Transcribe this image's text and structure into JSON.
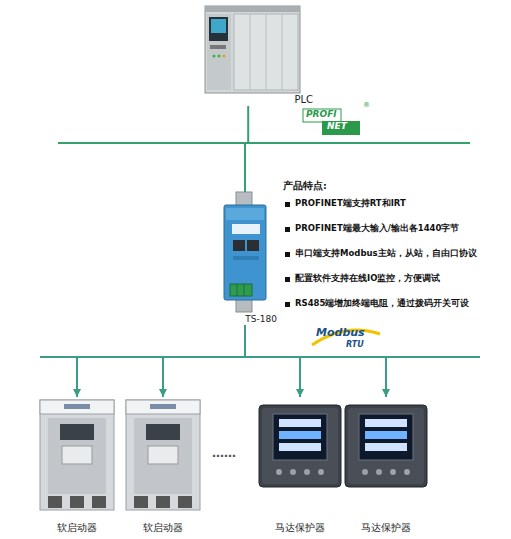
{
  "diagram": {
    "nodes": [
      {
        "text": [
          "PLC"
        ]
      },
      {
        "text": [
          "TS-180"
        ]
      },
      {
        "text": [
          "软启动器"
        ]
      },
      {
        "text": [
          "软启动器"
        ]
      },
      {
        "text": [
          "马达保护器"
        ]
      },
      {
        "text": [
          "马达保护器"
        ]
      }
    ],
    "edges": [
      {
        "from": 0,
        "to": 1,
        "arrow": "none"
      },
      {
        "from": 1,
        "to": 2,
        "arrow": "to"
      },
      {
        "from": 1,
        "to": 3,
        "arrow": "to"
      },
      {
        "from": 1,
        "to": 4,
        "arrow": "to"
      },
      {
        "from": 1,
        "to": 5,
        "arrow": "to"
      }
    ],
    "labels": [
      "PROFI",
      "NET",
      "®",
      "产品特点:",
      "PROFINET端支持RT和IRT",
      "PROFINET端最大输入/输出各1440字节",
      "串口端支持Modbus主站，从站，自由口协议",
      "配置软件支持在线IO监控，方便调试",
      "RS485端增加终端电阻，通过拨码开关可设",
      "Modbus",
      "RTU",
      "……"
    ]
  }
}
